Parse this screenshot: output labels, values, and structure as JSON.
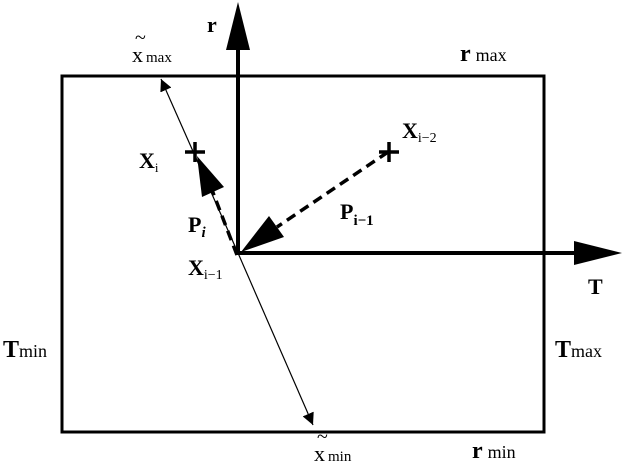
{
  "diagram": {
    "colors": {
      "ink": "#000000",
      "background": "#ffffff"
    },
    "axes": {
      "vertical": {
        "label": "r"
      },
      "horizontal": {
        "label": "T"
      }
    },
    "bounds": {
      "r_max": {
        "base": "r",
        "sub": "max"
      },
      "r_min": {
        "base": "r",
        "sub": "min"
      },
      "T_min": {
        "base": "T",
        "sub": "min"
      },
      "T_max": {
        "base": "T",
        "sub": "max"
      }
    },
    "points": {
      "x_i": {
        "base": "X",
        "sub": "i"
      },
      "x_i_minus_1": {
        "base": "X",
        "sub": "i−1"
      },
      "x_i_minus_2": {
        "base": "X",
        "sub": "i−2"
      }
    },
    "vectors": {
      "p_i": {
        "base": "P",
        "sub": "i"
      },
      "p_i_minus_1": {
        "base": "P",
        "sub": "i−1"
      }
    },
    "line_extents": {
      "x_tilde_max": {
        "base": "x",
        "accent": "~",
        "sub": "max"
      },
      "x_tilde_min": {
        "base": "x",
        "accent": "~",
        "sub": "min"
      }
    }
  }
}
